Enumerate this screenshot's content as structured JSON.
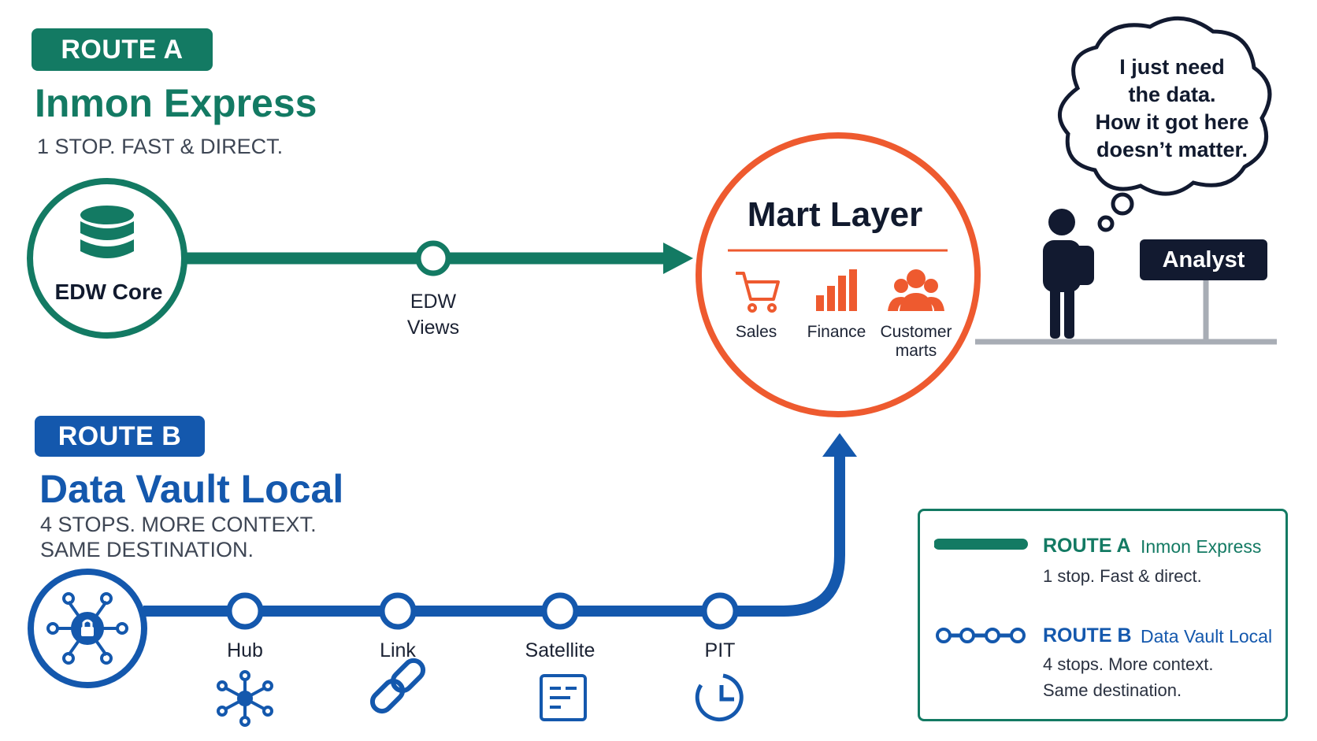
{
  "route_a": {
    "badge": "ROUTE A",
    "title": "Inmon Express",
    "subtitle": "1 STOP. FAST & DIRECT.",
    "origin": "EDW Core",
    "stop": {
      "line1": "EDW",
      "line2": "Views"
    }
  },
  "route_b": {
    "badge": "ROUTE B",
    "title": "Data Vault Local",
    "subtitle_line1": "4 STOPS. MORE CONTEXT.",
    "subtitle_line2": "SAME DESTINATION.",
    "stops": [
      "Hub",
      "Link",
      "Satellite",
      "PIT"
    ]
  },
  "mart": {
    "title": "Mart Layer",
    "items": {
      "sales": "Sales",
      "finance": "Finance",
      "customer_line1": "Customer",
      "customer_line2": "marts"
    }
  },
  "analyst": {
    "sign": "Analyst",
    "thought": [
      "I just need",
      "the data.",
      "How it got here",
      "doesn’t matter."
    ]
  },
  "legend": {
    "a": {
      "route": "ROUTE A",
      "name": "Inmon Express",
      "desc": "1 stop. Fast & direct."
    },
    "b": {
      "route": "ROUTE B",
      "name": "Data Vault Local",
      "desc_line1": "4 stops. More context.",
      "desc_line2": "Same destination."
    }
  },
  "colors": {
    "route_a": "#137a63",
    "route_b": "#1458ad",
    "mart": "#ee5a2f",
    "dark": "#121a30",
    "platform": "#a8adb5"
  },
  "icons": {
    "origin_a": "database-icon",
    "origin_b": "vault-lock-icon",
    "hub": "hub-network-icon",
    "link": "chain-link-icon",
    "satellite": "document-list-icon",
    "pit": "clock-icon",
    "sales": "cart-icon",
    "finance": "bar-chart-icon",
    "customer": "people-icon",
    "analyst": "person-icon"
  }
}
